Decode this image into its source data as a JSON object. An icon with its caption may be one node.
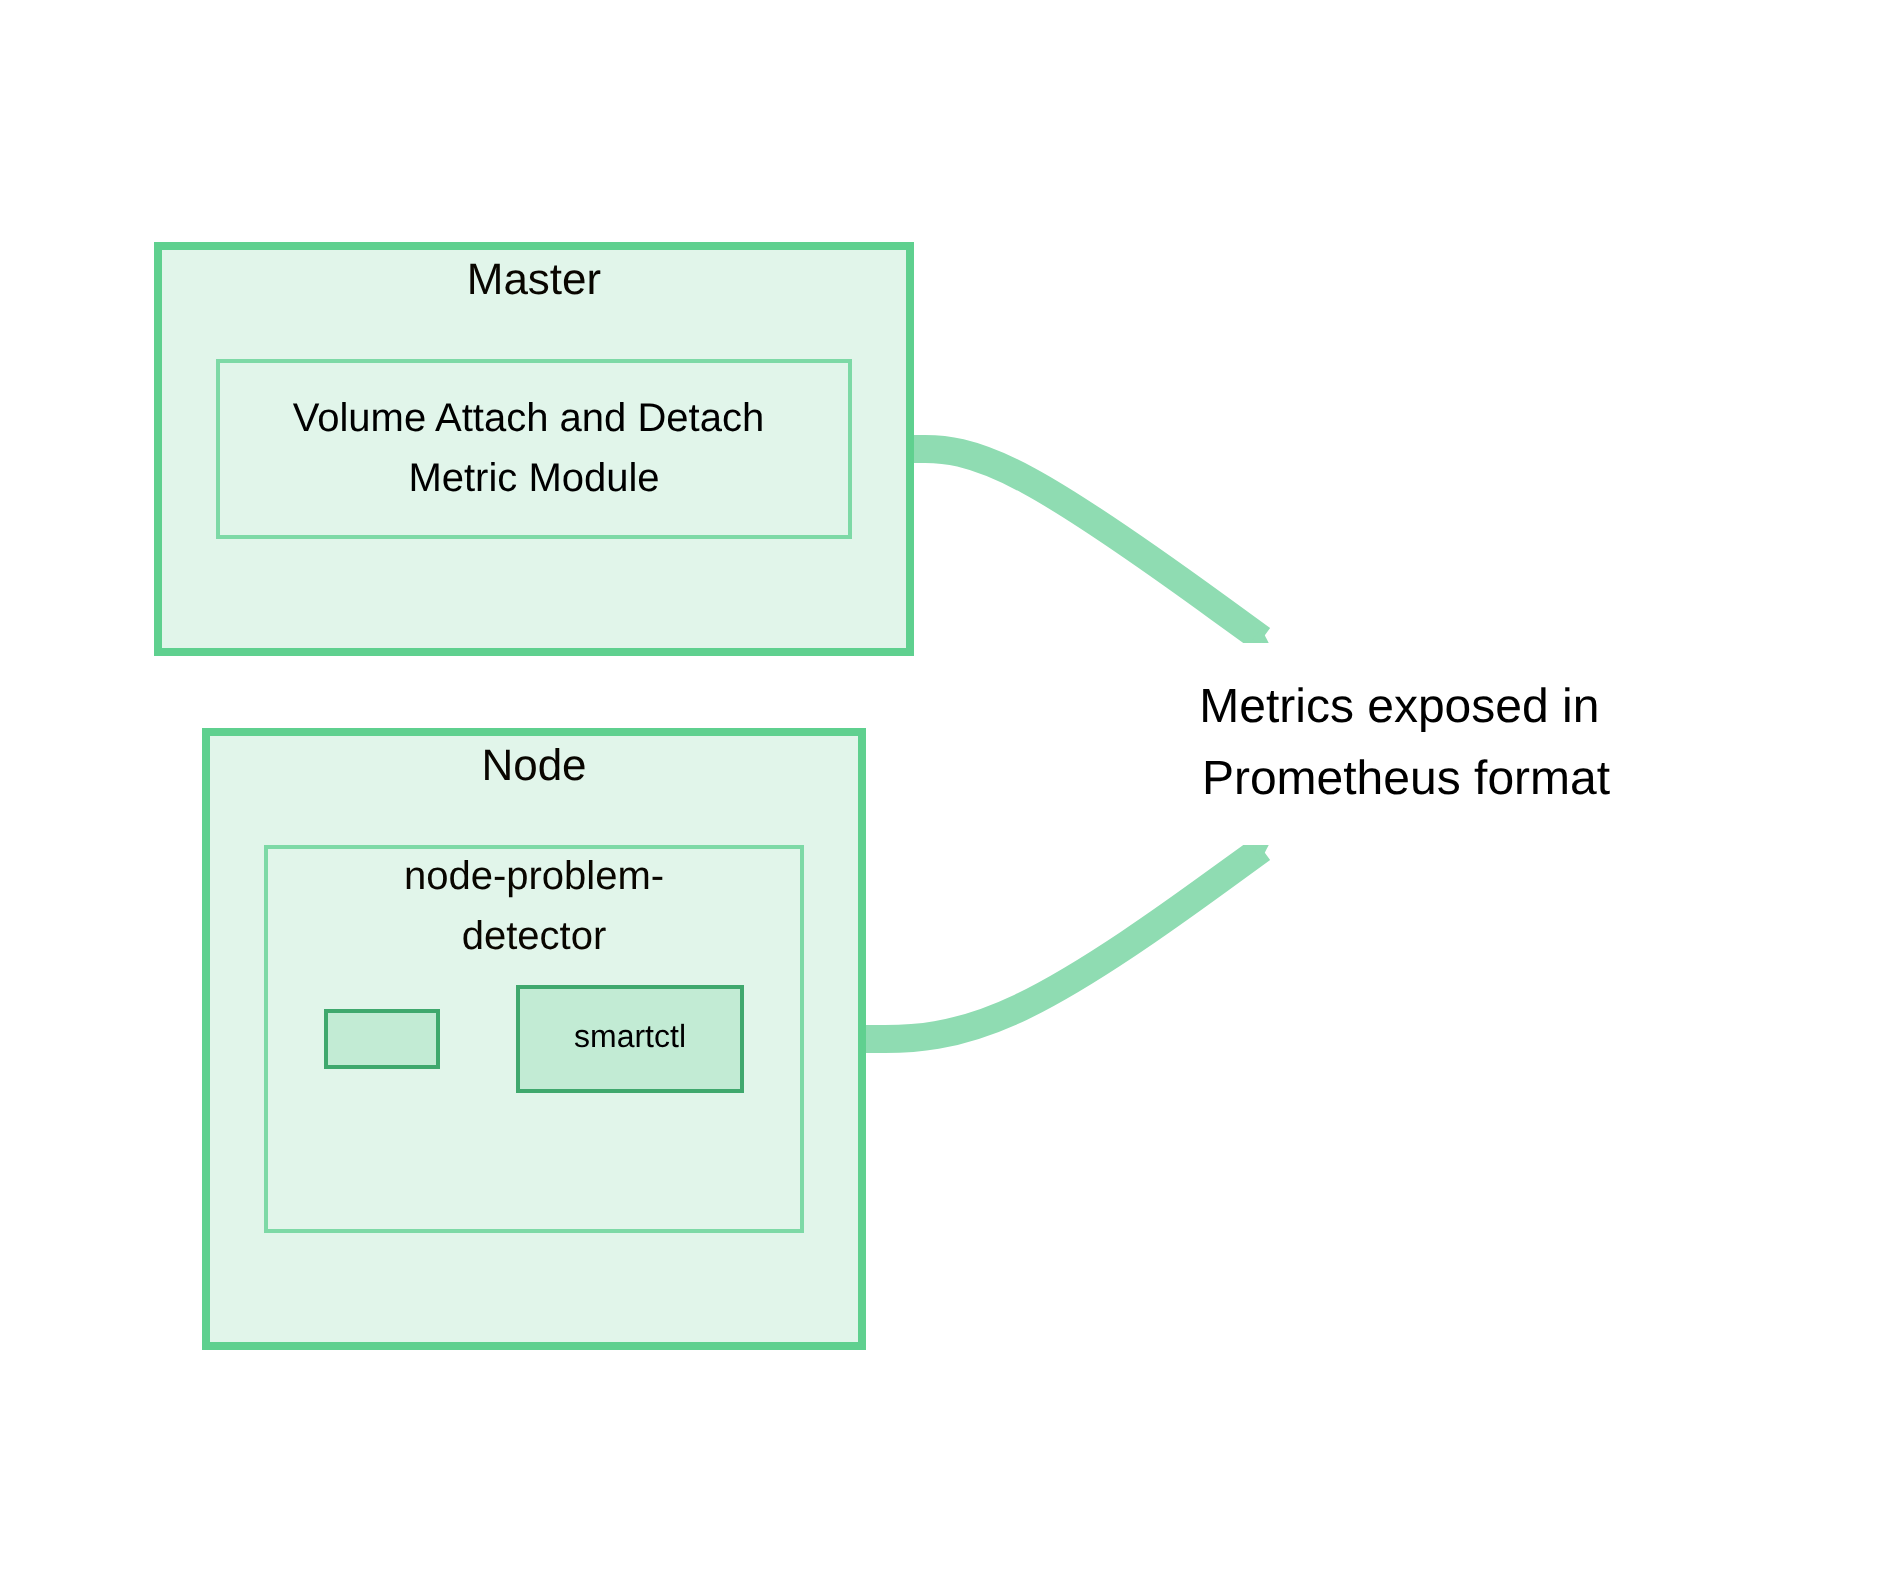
{
  "diagram": {
    "nodes": [
      {
        "text": [
          "Master"
        ]
      },
      {
        "text": [
          "Volume Attach and Detach Metric Module"
        ],
        "in": 0
      },
      {
        "text": [
          "Metrics exposed in Prometheus format"
        ]
      },
      {
        "text": [
          "Node"
        ]
      },
      {
        "text": [
          "node-problem-detector"
        ],
        "in": 3
      },
      {
        "text": [],
        "shape": "box",
        "in": 4
      },
      {
        "text": [
          "smartctl"
        ],
        "in": 4
      }
    ],
    "edges": [
      {
        "from": 0,
        "to": 2,
        "arrow": "to"
      },
      {
        "from": 3,
        "to": 2,
        "arrow": "to"
      }
    ]
  }
}
